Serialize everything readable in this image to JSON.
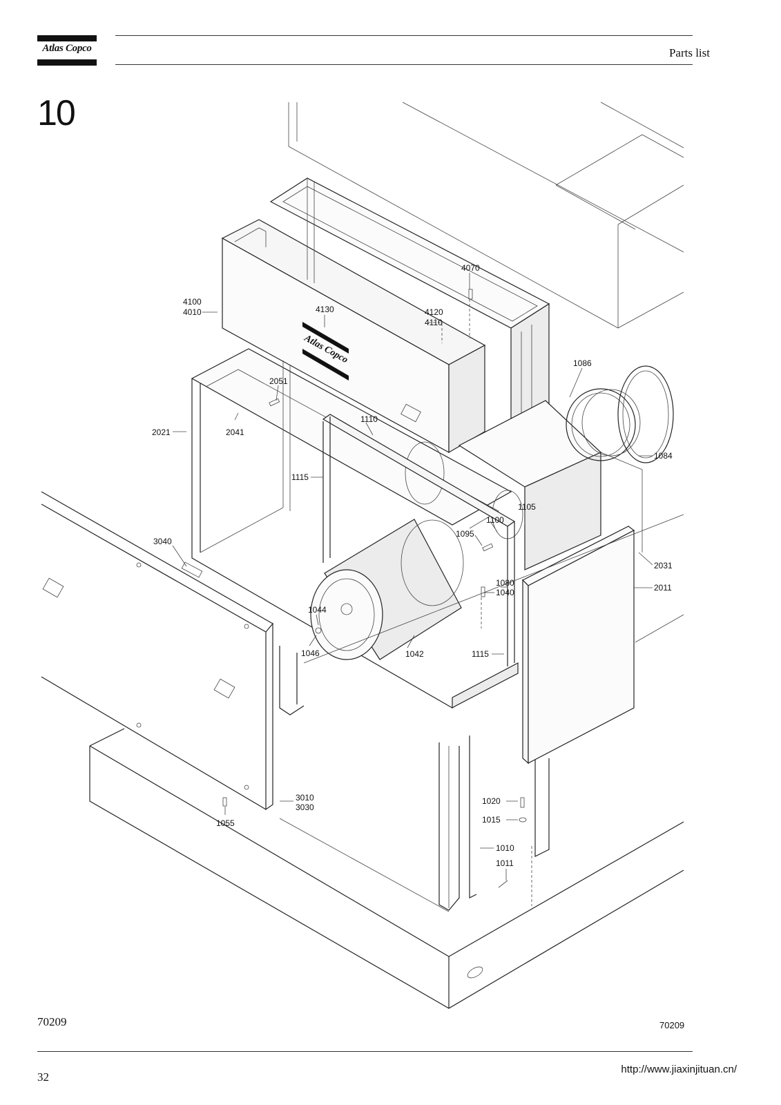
{
  "header": {
    "logo_text": "Atlas Copco",
    "title": "Parts list"
  },
  "section": {
    "number": "10"
  },
  "drawing": {
    "logo_text": "Atlas Copco",
    "labels": {
      "l4070": "4070",
      "l4100": "4100",
      "l4010": "4010",
      "l4130": "4130",
      "l4120": "4120",
      "l4110": "4110",
      "l1086": "1086",
      "l2051": "2051",
      "l1110": "1110",
      "l2021": "2021",
      "l2041": "2041",
      "l1084": "1084",
      "l1115a": "1115",
      "l1105": "1105",
      "l1100": "1100",
      "l1095": "1095",
      "l3040": "3040",
      "l2031": "2031",
      "l1080": "1080",
      "l1040": "1040",
      "l2011": "2011",
      "l1044": "1044",
      "l1046": "1046",
      "l1042": "1042",
      "l1115b": "1115",
      "l3010": "3010",
      "l3030": "3030",
      "l1020": "1020",
      "l1015": "1015",
      "l1055": "1055",
      "l1010": "1010",
      "l1011": "1011"
    }
  },
  "footer": {
    "ref_left": "70209",
    "ref_right": "70209",
    "page_number": "32",
    "url": "http://www.jiaxinjituan.cn/"
  }
}
